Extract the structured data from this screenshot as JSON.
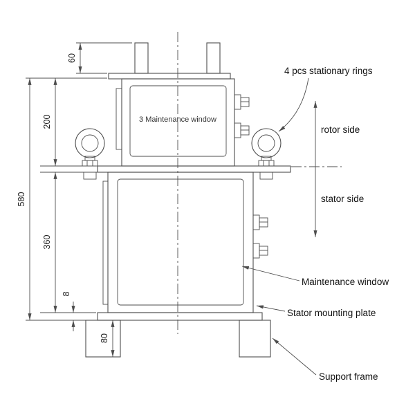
{
  "diagram": {
    "dimensions": {
      "post_height": "60",
      "rotor_housing_height": "200",
      "overall_height": "580",
      "stator_housing_height": "360",
      "plate_thickness": "8",
      "support_frame_height": "80"
    },
    "labels": {
      "rotor_window": "3 Maintenance window",
      "stationary_rings": "4 pcs stationary rings",
      "rotor_side": "rotor side",
      "stator_side": "stator side",
      "stator_window": "Maintenance window",
      "stator_mounting_plate": "Stator mounting plate",
      "support_frame": "Support frame"
    },
    "colors": {
      "line": "#4d4d4d",
      "text": "#1a1a1a",
      "background": "#ffffff"
    }
  }
}
